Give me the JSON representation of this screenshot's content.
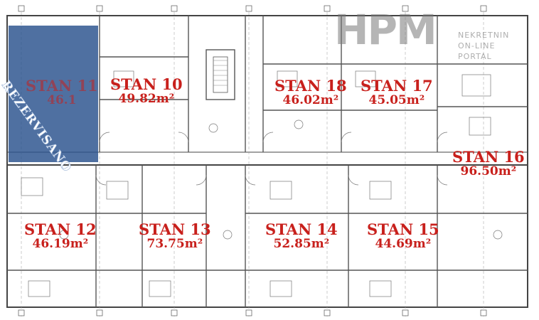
{
  "logo": {
    "mark": "HPM",
    "line1": "NEKRETNIN",
    "line2": "ON-LINE",
    "line3": "PORTAL"
  },
  "reserved": {
    "text": "REZERVISANO"
  },
  "units": [
    {
      "name": "STAN 11",
      "area": "46.1"
    },
    {
      "name": "STAN 10",
      "area": "49.82m²"
    },
    {
      "name": "STAN 18",
      "area": "46.02m²"
    },
    {
      "name": "STAN 17",
      "area": "45.05m²"
    },
    {
      "name": "STAN 16",
      "area": "96.50m²"
    },
    {
      "name": "STAN 12",
      "area": "46.19m²"
    },
    {
      "name": "STAN 13",
      "area": "73.75m²"
    },
    {
      "name": "STAN 14",
      "area": "52.85m²"
    },
    {
      "name": "STAN 15",
      "area": "44.69m²"
    }
  ],
  "colors": {
    "label": "#c8201c",
    "reserved_overlay": "#28508c",
    "walls": "#555555"
  }
}
